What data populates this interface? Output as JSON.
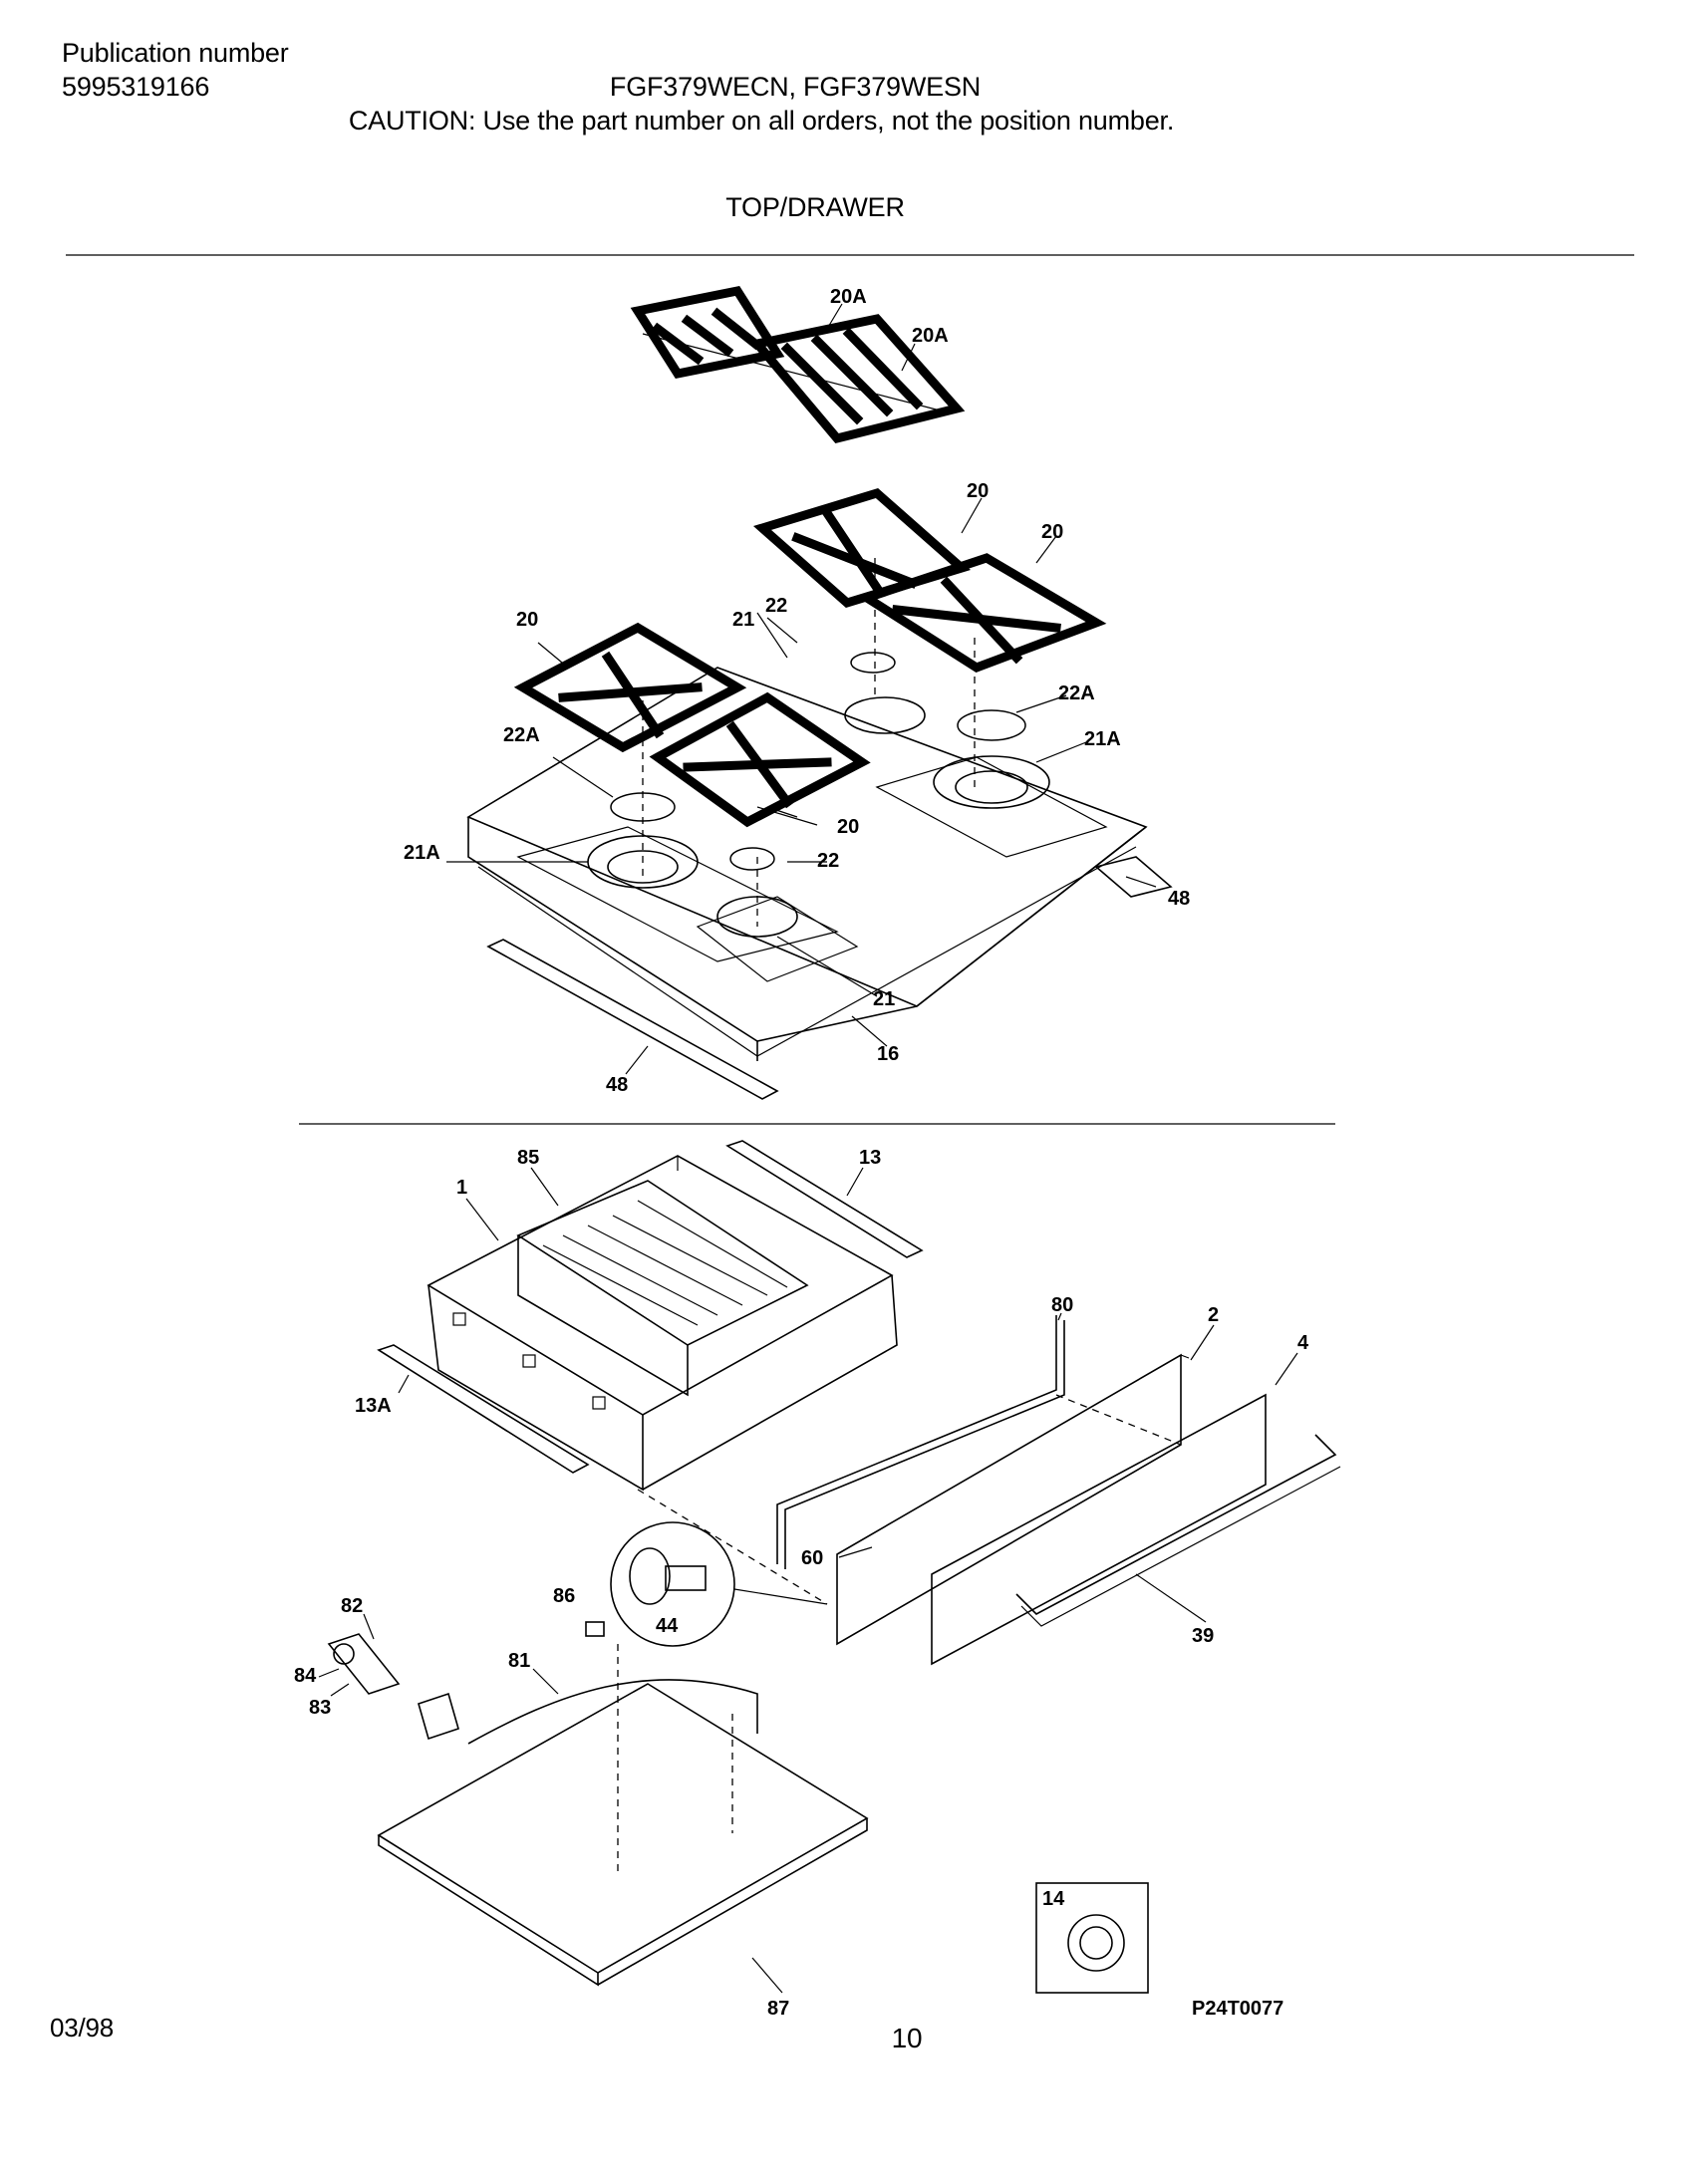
{
  "header": {
    "publication_label": "Publication number",
    "publication_number": "5995319166",
    "models": "FGF379WECN, FGF379WESN",
    "caution": "CAUTION:  Use the part number on all orders, not the position number.",
    "section_title": "TOP/DRAWER"
  },
  "footer": {
    "date": "03/98",
    "page_number": "10"
  },
  "diagram_id": "P24T0077",
  "callouts": {
    "c20A_1": "20A",
    "c20A_2": "20A",
    "c20_1": "20",
    "c20_2": "20",
    "c20_3": "20",
    "c20_4": "20",
    "c21": "21",
    "c21_b": "21",
    "c22": "22",
    "c22_b": "22",
    "c22A_1": "22A",
    "c22A_2": "22A",
    "c21A_1": "21A",
    "c21A_2": "21A",
    "c48_1": "48",
    "c48_2": "48",
    "c16": "16",
    "c85": "85",
    "c13": "13",
    "c1": "1",
    "c13A": "13A",
    "c80": "80",
    "c2": "2",
    "c4": "4",
    "c60": "60",
    "c86": "86",
    "c44": "44",
    "c39": "39",
    "c82": "82",
    "c84": "84",
    "c83": "83",
    "c81": "81",
    "c87": "87",
    "c14": "14"
  }
}
